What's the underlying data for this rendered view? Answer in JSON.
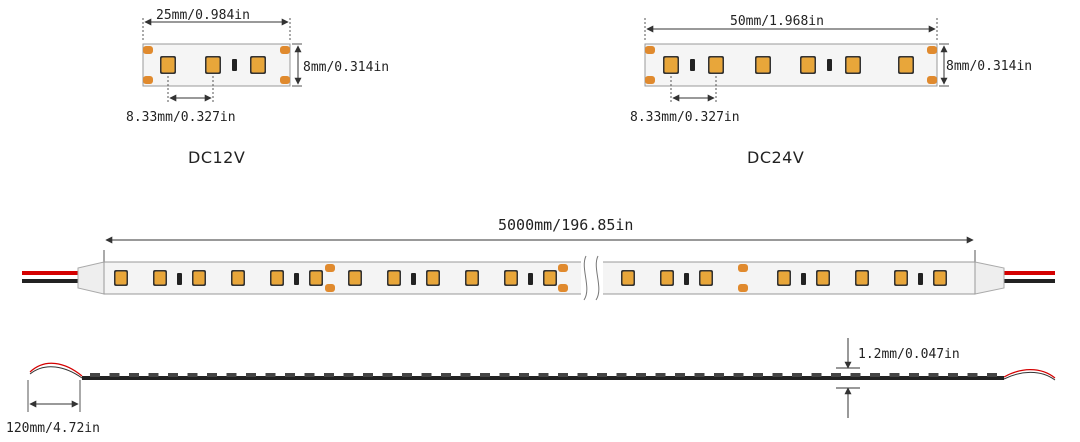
{
  "dimensions": {
    "dc12_width": "25mm/0.984in",
    "dc12_height": "8mm/0.314in",
    "dc12_pitch": "8.33mm/0.327in",
    "dc24_width": "50mm/1.968in",
    "dc24_height": "8mm/0.314in",
    "dc24_pitch": "8.33mm/0.327in",
    "total_length": "5000mm/196.85in",
    "thickness": "1.2mm/0.047in",
    "wire_length": "120mm/4.72in"
  },
  "labels": {
    "dc12": "DC12V",
    "dc24": "DC24V"
  },
  "colors": {
    "strip_fill": "#f4f4f4",
    "strip_border": "#9a9a9a",
    "led_body": "#e8a63a",
    "pad": "#e08a2e",
    "wire_red": "#d40000",
    "wire_black": "#222222",
    "dim_line": "#333333"
  }
}
